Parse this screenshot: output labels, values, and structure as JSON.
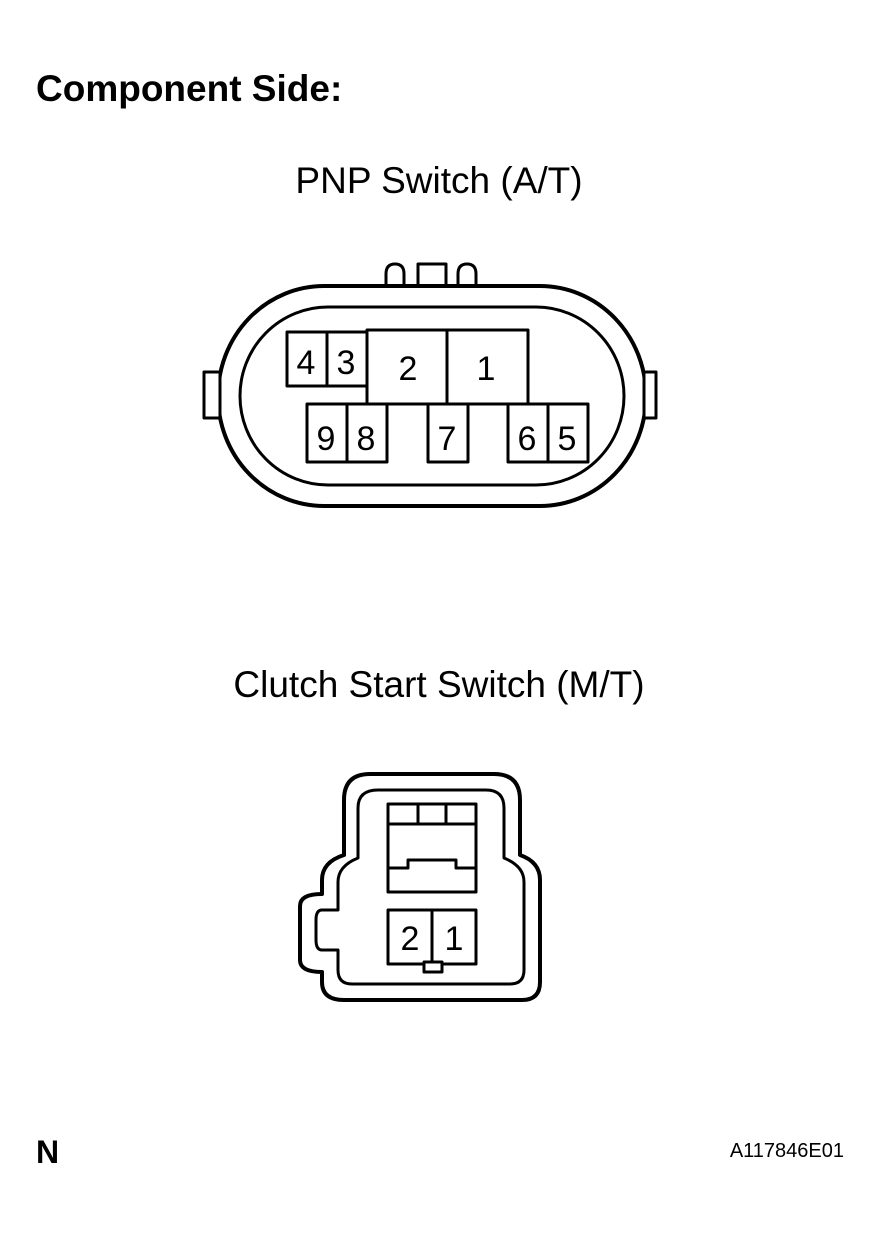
{
  "heading": "Component Side:",
  "connectors": {
    "pnp": {
      "title": "PNP Switch (A/T)",
      "pins": [
        "1",
        "2",
        "3",
        "4",
        "5",
        "6",
        "7",
        "8",
        "9"
      ]
    },
    "clutch": {
      "title": "Clutch Start Switch (M/T)",
      "pins": [
        "1",
        "2"
      ]
    }
  },
  "footer": {
    "left": "N",
    "code": "A117846E01"
  }
}
